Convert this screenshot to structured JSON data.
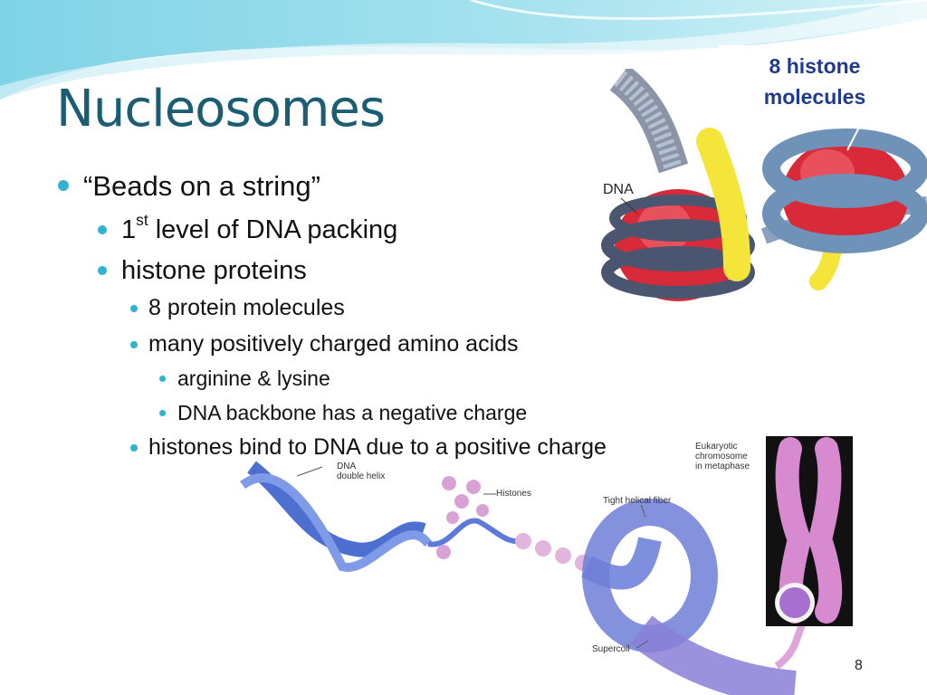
{
  "slide": {
    "title": "Nucleosomes",
    "page_number": "8",
    "bullets": [
      {
        "level": 1,
        "text": "“Beads on a string”"
      },
      {
        "level": 2,
        "prefix": "1",
        "sup": "st",
        "text": " level of DNA packing"
      },
      {
        "level": 2,
        "text": "histone proteins"
      },
      {
        "level": 3,
        "text": "8 protein molecules"
      },
      {
        "level": 3,
        "text": "many positively charged amino acids"
      },
      {
        "level": 4,
        "text": "arginine & lysine"
      },
      {
        "level": 4,
        "text": "DNA backbone has a negative charge"
      },
      {
        "level": 3,
        "text": "histones bind to DNA due to a positive charge"
      }
    ]
  },
  "figure_top": {
    "label_line1": "8 histone",
    "label_line2": "molecules",
    "dna_label": "DNA"
  },
  "figure_bottom": {
    "labels": {
      "dna_line1": "DNA",
      "dna_line2": "double helix",
      "histones": "Histones",
      "tight_fiber": "Tight helical fiber",
      "eukaryotic_line1": "Eukaryotic",
      "eukaryotic_line2": "chromosome",
      "eukaryotic_line3": "in metaphase",
      "supercoil": "Supercoil"
    }
  },
  "colors": {
    "title": "#1b5e73",
    "bullet_dot": "#2fb3d1",
    "label_blue": "#1f3b8f",
    "histone_red": "#d92a3a",
    "dna_blue": "#4d6fd0"
  }
}
